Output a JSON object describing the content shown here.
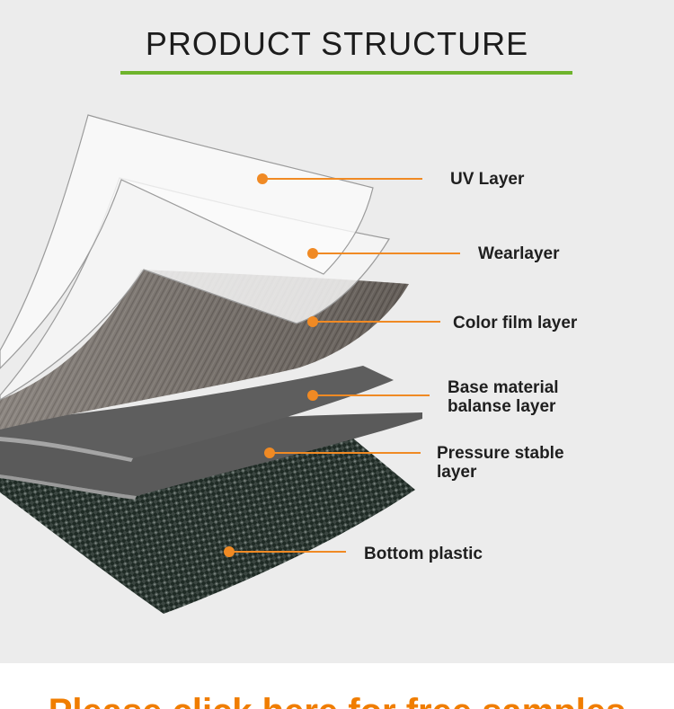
{
  "header": {
    "title": "PRODUCT STRUCTURE",
    "accent_color": "#6fb42c"
  },
  "colors": {
    "marker": "#f08a24",
    "panel_bg": "#ececec",
    "cta": "#f07d00"
  },
  "layers": [
    {
      "id": "uv",
      "label_lines": [
        "UV Layer"
      ]
    },
    {
      "id": "wear",
      "label_lines": [
        "Wearlayer"
      ]
    },
    {
      "id": "color-film",
      "label_lines": [
        "Color film layer"
      ]
    },
    {
      "id": "base-material",
      "label_lines": [
        "Base material",
        "balanse layer"
      ]
    },
    {
      "id": "pressure-stable",
      "label_lines": [
        "Pressure stable",
        "layer"
      ]
    },
    {
      "id": "bottom-plastic",
      "label_lines": [
        "Bottom plastic"
      ]
    }
  ],
  "footer": {
    "cta_text": "Please click here for free samples"
  }
}
